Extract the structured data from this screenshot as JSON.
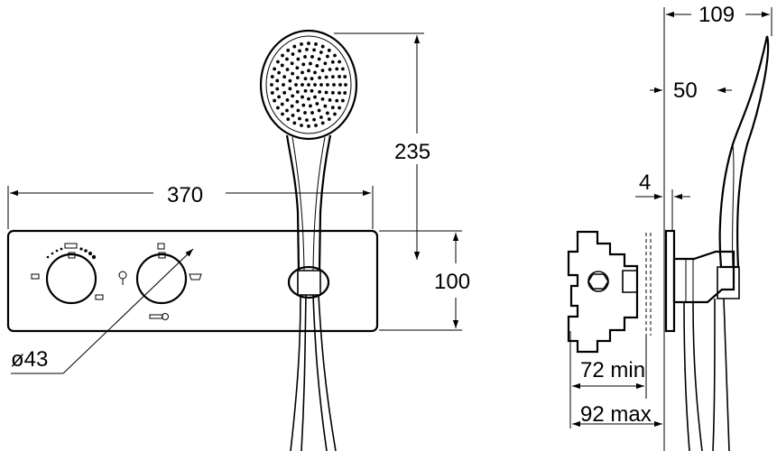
{
  "dimensions": {
    "panel_width": "370",
    "handshower_height": "235",
    "panel_height": "100",
    "knob_diameter": "ø43",
    "total_depth": "109",
    "handshower_depth": "50",
    "plate_thickness": "4",
    "embed_min": "72 min",
    "embed_max": "92 max"
  }
}
